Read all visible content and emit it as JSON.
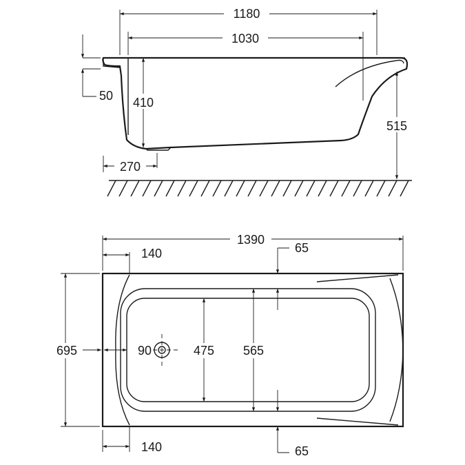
{
  "side_view": {
    "overall_length": "1180",
    "inner_length": "1030",
    "rim_height": "50",
    "inner_depth": "410",
    "total_height": "515",
    "foot_offset": "270"
  },
  "plan_view": {
    "overall_length": "1390",
    "left_offset_top": "140",
    "left_offset_bottom": "140",
    "rim_top": "65",
    "rim_bottom": "65",
    "overall_width": "695",
    "drain_offset": "90",
    "inner_width": "475",
    "basin_width": "565"
  }
}
